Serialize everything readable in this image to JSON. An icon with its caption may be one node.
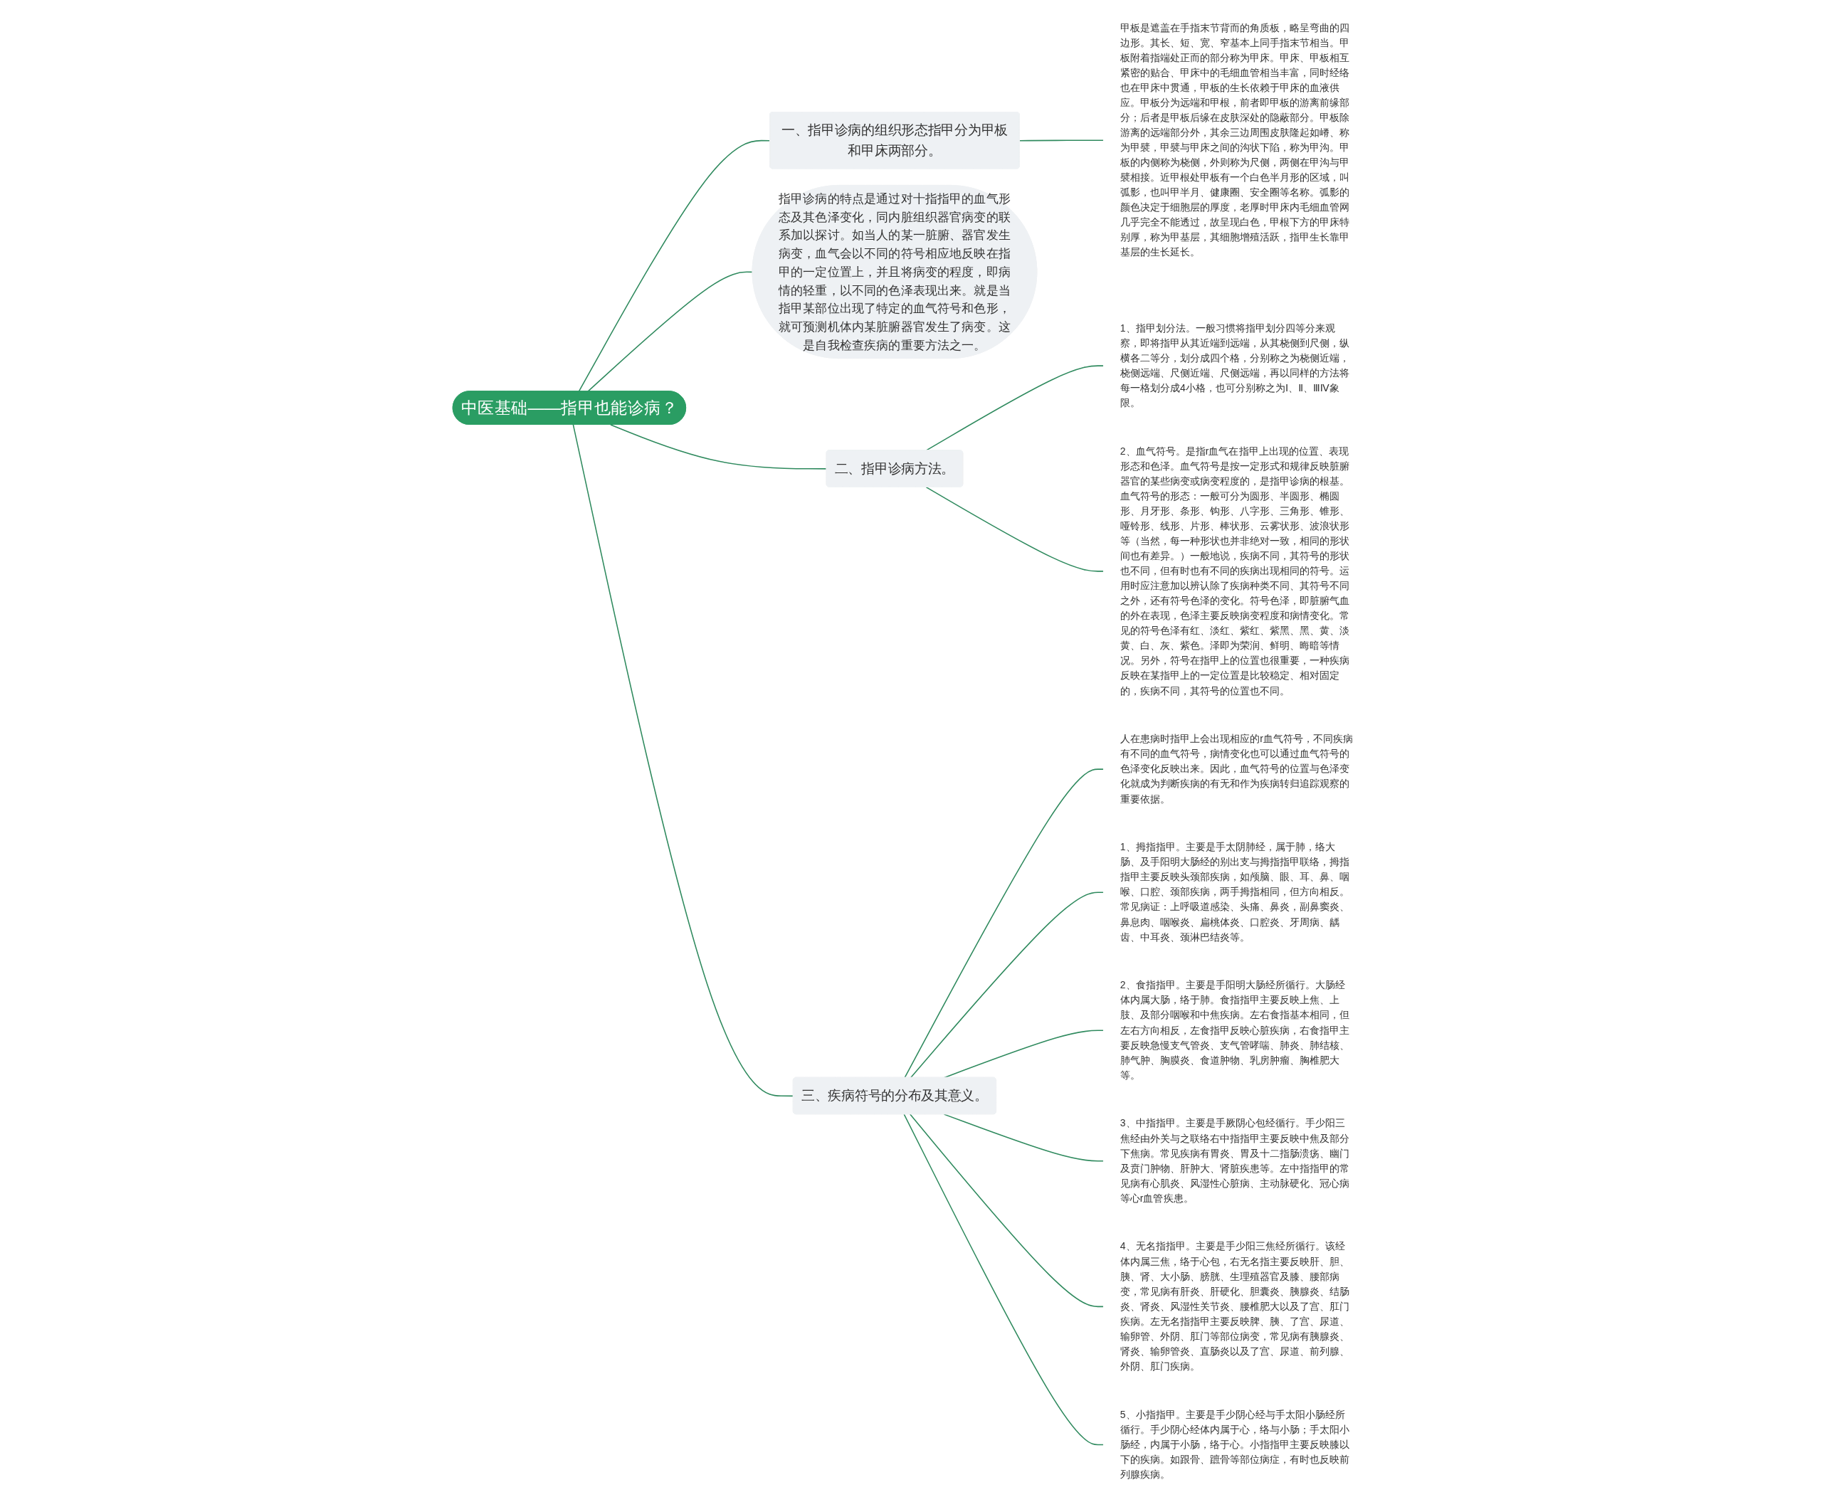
{
  "diagram": {
    "nodes": [
      {
        "text": [
          "中医基础——指甲也能诊病？"
        ]
      },
      {
        "text": [
          "一、指甲诊病的组织形态指甲分为甲板和甲床两部分。"
        ]
      },
      {
        "text": [
          "甲板是遮盖在手指末节背而的角质板，略呈弯曲的四边形。其长、短、宽、窄基本上同手指末节相当。甲板附着指端处正而的部分称为甲床。甲床、甲板相互紧密的贴合、甲床中的毛细血管相当丰富，同时经络也在甲床中贯通，甲板的生长依赖于甲床的血液供应。甲板分为远端和甲根，前者即甲板的游离前缘部分；后者是甲板后缘在皮肤深处的隐蔽部分。甲板除游离的远端部分外，其余三边周围皮肤隆起如嵴、称为甲襞，甲襞与甲床之间的沟状下陷，称为甲沟。甲板的内侧称为桡侧，外则称为尺侧，两侧在甲沟与甲襞相接。近甲根处甲板有一个白色半月形的区域，叫弧影，也叫甲半月、健康圈、安全圈等名称。弧影的颜色决定于细胞层的厚度，老厚时甲床内毛细血管网几乎完全不能透过，故呈现白色，甲根下方的甲床特别厚，称为甲基层，其细胞增殖活跃，指甲生长靠甲基层的生长延长。"
        ]
      },
      {
        "text": [
          "指甲诊病的特点是通过对十指指甲的血气形态及其色泽变化，同内脏组织器官病变的联系加以探讨。如当人的某一脏腑、器官发生病变，血气会以不同的符号相应地反映在指甲的一定位置上，并且将病变的程度，即病情的轻重，以不同的色泽表现出来。就是当指甲某部位出现了特定的血气符号和色形，就可预测机体内某脏腑器官发生了病变。这是自我检查疾病的重要方法之一。"
        ]
      },
      {
        "text": [
          "二、指甲诊病方法。"
        ]
      },
      {
        "text": [
          "1、指甲划分法。一般习惯将指甲划分四等分来观察，即将指甲从其近端到远端，从其桡侧到尺侧，纵横各二等分，划分成四个格，分别称之为桡侧近端，桡侧远端、尺侧近端、尺侧远端，再以同样的方法将每一格划分成4小格，也可分别称之为Ⅰ、Ⅱ、ⅢⅣ象限。"
        ]
      },
      {
        "text": [
          "2、血气符号。是指r血气在指甲上出现的位置、表现形态和色泽。血气符号是按一定形式和规律反映脏腑器官的某些病变或病变程度的，是指甲诊病的根基。血气符号的形态：一般可分为圆形、半圆形、椭圆形、月牙形、条形、钩形、八字形、三角形、锥形、哑铃形、线形、片形、棒状形、云雾状形、波浪状形等（当然，每一种形状也并非绝对一致，相同的形状间也有差异。）一般地说，疾病不同，其符号的形状也不同，但有时也有不同的疾病出现相同的符号。运用时应注意加以辨认除了疾病种类不同、其符号不同之外，还有符号色泽的变化。符号色泽，即脏腑气血的外在表现，色泽主要反映病变程度和病情变化。常见的符号色泽有红、淡红、紫红、紫黑、黑、黄、淡黄、白、灰、紫色。泽即为荣润、鲜明、晦暗等情况。另外，符号在指甲上的位置也很重要，一种疾病反映在某指甲上的一定位置是比较稳定、相对固定的，疾病不同，其符号的位置也不同。"
        ]
      },
      {
        "text": [
          "三、疾病符号的分布及其意义。"
        ]
      },
      {
        "text": [
          "人在患病时指甲上会出现相应的r血气符号，不同疾病有不同的血气符号，病情变化也可以通过血气符号的色泽变化反映出来。因此，血气符号的位置与色泽变化就成为判断疾病的有无和作为疾病转归追踪观察的重要依据。"
        ]
      },
      {
        "text": [
          "1、拇指指甲。主要是手太阴肺经，属于肺，络大肠、及手阳明大肠经的别出支与拇指指甲联络，拇指指甲主要反映头颈部疾病，如颅脑、眼、耳、鼻、咽喉、口腔、颈部疾病，两手拇指相同，但方向相反。常见病证：上呼吸道感染、头痛、鼻炎，副鼻窦炎、鼻息肉、咽喉炎、扁桃体炎、口腔炎、牙周病、龋齿、中耳炎、颈淋巴结炎等。"
        ]
      },
      {
        "text": [
          "2、食指指甲。主要是手阳明大肠经所循行。大肠经体内属大肠，络于肺。食指指甲主要反映上焦、上肢、及部分咽喉和中焦疾病。左右食指基本相同，但左右方向相反，左食指甲反映心脏疾病，右食指甲主要反映急慢支气管炎、支气管哮喘、肺炎、肺结核、肺气肿、胸膜炎、食道肿物、乳房肿瘤、胸椎肥大等。"
        ]
      },
      {
        "text": [
          "3、中指指甲。主要是手厥阴心包经循行。手少阳三焦经由外关与之联络右中指指甲主要反映中焦及部分下焦病。常见疾病有胃炎、胃及十二指肠溃疡、幽门及贲门肿物、肝肿大、肾脏疾患等。左中指指甲的常见病有心肌炎、风湿性心脏病、主动脉硬化、冠心病等心r血管疾患。"
        ]
      },
      {
        "text": [
          "4、无名指指甲。主要是手少阳三焦经所循行。该经体内属三焦，络于心包，右无名指主要反映肝、胆、胰、肾、大小肠、膀胱、生理殖器官及膝、腰部病变，常见病有肝炎、肝硬化、胆囊炎、胰腺炎、结肠炎、肾炎、风湿性关节炎、腰椎肥大以及了宫、肛门疾病。左无名指指甲主要反映脾、胰、了宫、尿道、输卵管、外阴、肛门等部位病变，常见病有胰腺炎、肾炎、输卵管炎、直肠炎以及了宫、尿道、前列腺、外阴、肛门疾病。"
        ]
      },
      {
        "text": [
          "5、小指指甲。主要是手少阴心经与手太阳小肠经所循行。手少阴心经体内属于心，络与小肠；手太阳小肠经，内属于小肠，络于心。小指指甲主要反映膝以下的疾病。如跟骨、蹠骨等部位病症，有时也反映前列腺疾病。"
        ]
      }
    ],
    "edges": [
      {
        "from": 0,
        "to": 1,
        "arrow": "none"
      },
      {
        "from": 1,
        "to": 2,
        "arrow": "none"
      },
      {
        "from": 0,
        "to": 3,
        "arrow": "none"
      },
      {
        "from": 0,
        "to": 4,
        "arrow": "none"
      },
      {
        "from": 4,
        "to": 5,
        "arrow": "none"
      },
      {
        "from": 4,
        "to": 6,
        "arrow": "none"
      },
      {
        "from": 0,
        "to": 7,
        "arrow": "none"
      },
      {
        "from": 7,
        "to": 8,
        "arrow": "none"
      },
      {
        "from": 7,
        "to": 9,
        "arrow": "none"
      },
      {
        "from": 7,
        "to": 10,
        "arrow": "none"
      },
      {
        "from": 7,
        "to": 11,
        "arrow": "none"
      },
      {
        "from": 7,
        "to": 12,
        "arrow": "none"
      },
      {
        "from": 7,
        "to": 13,
        "arrow": "none"
      }
    ]
  }
}
